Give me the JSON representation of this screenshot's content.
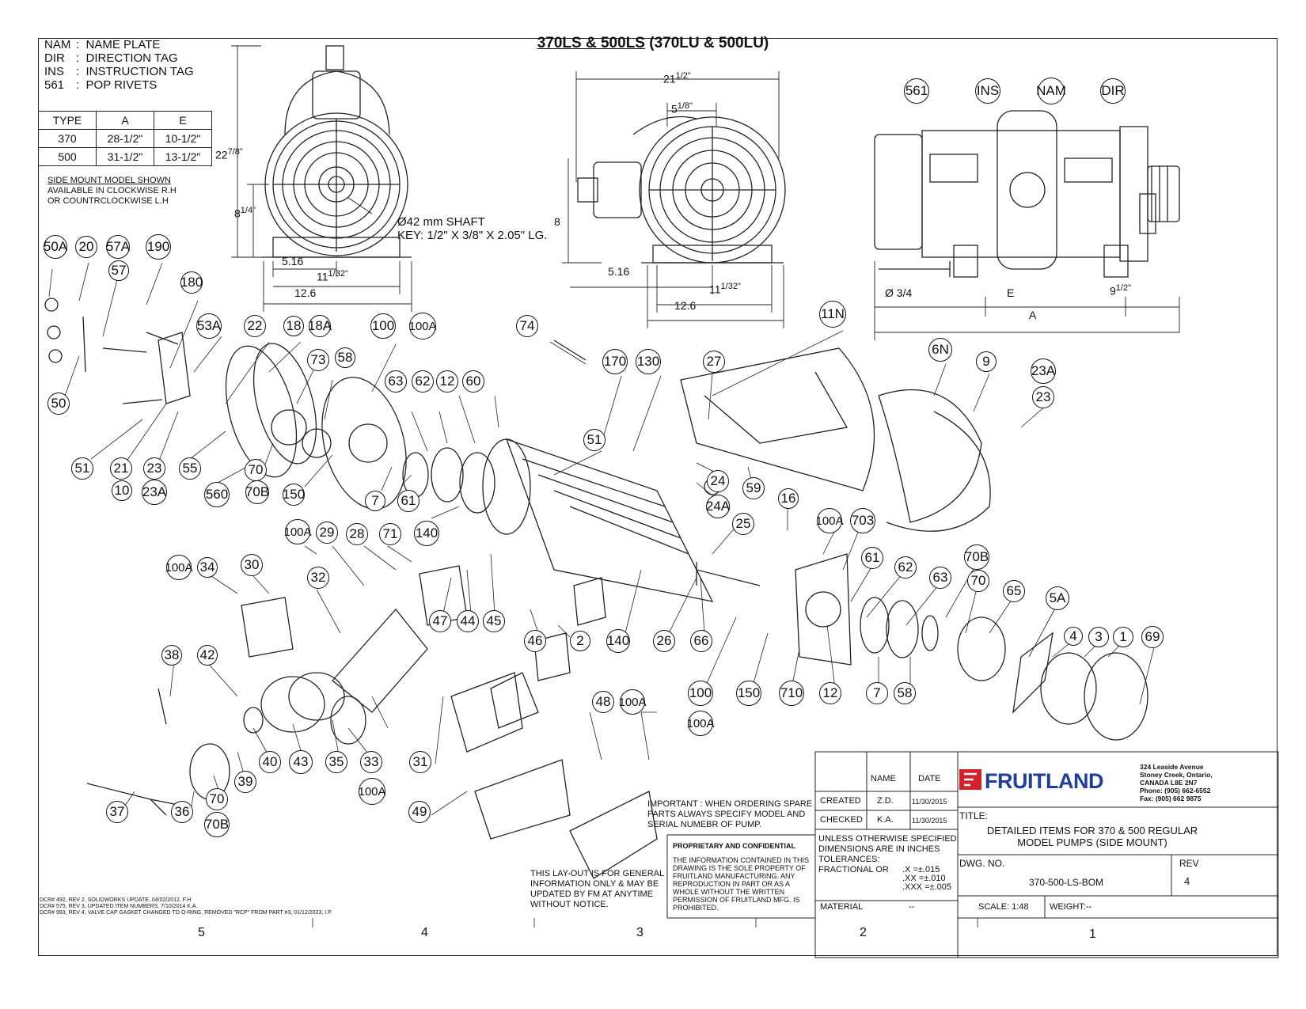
{
  "title": "370LS & 500LS (370LU & 500LU)",
  "title_underlined": "370LS & 500LS",
  "title_rest": " (370LU & 500LU)",
  "legend": [
    {
      "code": "NAM",
      "text": "NAME PLATE"
    },
    {
      "code": "DIR",
      "text": "DIRECTION TAG"
    },
    {
      "code": "INS",
      "text": "INSTRUCTION TAG"
    },
    {
      "code": "561",
      "text": "POP RIVETS"
    }
  ],
  "type_table": {
    "headers": [
      "TYPE",
      "A",
      "E"
    ],
    "rows": [
      [
        "370",
        "28-1/2\"",
        "10-1/2\""
      ],
      [
        "500",
        "31-1/2\"",
        "13-1/2\""
      ]
    ]
  },
  "side_mount_note": {
    "heading": "SIDE MOUNT MODEL SHOWN",
    "line1": "AVAILABLE IN CLOCKWISE R.H",
    "line2": "OR COUNTRCLOCKWISE L.H"
  },
  "shaft_note": {
    "line1": "Ø42 mm SHAFT",
    "line2": "KEY: 1/2\" X 3/8\" X 2.05\" LG."
  },
  "dims": {
    "d22": "22",
    "d22f": "7/8\"",
    "d8a": "8",
    "d8af": "1/4\"",
    "d516a": "5.16",
    "d11a": "11",
    "d11af": "1/32\"",
    "d126a": "12.6",
    "d21": "21",
    "d21f": "1/2\"",
    "d5": "5",
    "d5f": "1/8\"",
    "d8": "8",
    "d516b": "5.16",
    "d11b": "11",
    "d11bf": "1/32\"",
    "d126b": "12.6",
    "phi": "Ø 3/4",
    "E": "E",
    "d9": "9",
    "d9f": "1/2\"",
    "A": "A"
  },
  "balloons": [
    "561",
    "INS",
    "NAM",
    "DIR",
    "50A",
    "20",
    "57A",
    "190",
    "57",
    "180",
    "53A",
    "22",
    "18",
    "18A",
    "100",
    "100A",
    "74",
    "170",
    "130",
    "11N",
    "6N",
    "9",
    "23A",
    "23",
    "73",
    "58",
    "63",
    "62",
    "12",
    "60",
    "27",
    "50",
    "51",
    "21",
    "23",
    "55",
    "10",
    "23A",
    "560",
    "70",
    "70B",
    "150",
    "7",
    "61",
    "51",
    "140",
    "24",
    "24A",
    "59",
    "16",
    "100A",
    "703",
    "25",
    "100A",
    "29",
    "28",
    "71",
    "100A",
    "34",
    "30",
    "32",
    "47",
    "44",
    "45",
    "46",
    "2",
    "140",
    "26",
    "66",
    "61",
    "62",
    "70B",
    "63",
    "70",
    "65",
    "5A",
    "4",
    "3",
    "1",
    "69",
    "38",
    "42",
    "48",
    "100A",
    "31",
    "100",
    "150",
    "710",
    "12",
    "7",
    "58",
    "100A",
    "40",
    "43",
    "35",
    "33",
    "39",
    "37",
    "36",
    "70",
    "70B",
    "100A",
    "49"
  ],
  "important": "IMPORTANT : WHEN ORDERING SPARE PARTS ALWAYS SPECIFY MODEL AND SERIAL NUMEBR OF PUMP.",
  "layout_note": "THIS LAY-OUT IS FOR GENERAL INFORMATION ONLY & MAY BE UPDATED BY FM AT ANYTIME WITHOUT NOTICE.",
  "proprietary": {
    "heading": "PROPRIETARY AND CONFIDENTIAL",
    "body": "THE INFORMATION CONTAINED IN THIS DRAWING IS THE SOLE PROPERTY OF FRUITLAND MANUFACTURING. ANY REPRODUCTION IN PART OR AS A WHOLE WITHOUT THE WRITTEN PERMISSION OF FRUITLAND MFG. IS PROHIBITED."
  },
  "titleblock": {
    "name_h": "NAME",
    "date_h": "DATE",
    "created": "CREATED",
    "created_by": "Z.D.",
    "created_date": "11/30/2015",
    "checked": "CHECKED",
    "checked_by": "K.A.",
    "checked_date": "11/30/2015",
    "unless": "UNLESS OTHERWISE SPECIFIED:",
    "dims_in": "DIMENSIONS ARE IN INCHES",
    "tolerances": "TOLERANCES:",
    "fractional": "FRACTIONAL  OR",
    "tol1": ".X    =±.015",
    "tol2": ".XX   =±.010",
    "tol3": ".XXX =±.005",
    "material": "MATERIAL",
    "material_val": "--",
    "title_label": "TITLE:",
    "title_line1": "DETAILED ITEMS FOR 370 & 500 REGULAR",
    "title_line2": "MODEL PUMPS (SIDE MOUNT)",
    "dwg_label": "DWG.  NO.",
    "dwg_no": "370-500-LS-BOM",
    "rev_label": "REV",
    "rev": "4",
    "scale": "SCALE: 1:48",
    "weight": "WEIGHT:--",
    "brand": "FRUITLAND",
    "address": [
      "324 Leaside Avenue",
      "Stoney Creek, Ontario,",
      "CANADA L8E 2N7",
      "Phone: (905) 662-6552",
      "Fax: (905) 662 9875"
    ]
  },
  "dcr": [
    "DCR# 492, REV 2, SOLIDWORKS UPDATE, 04/02/2012, F.H",
    "DCR# 575, REV 3, UPDATED ITEM NUMBERS, 7/10/2014 K.A.",
    "DCR# 993, REV 4, VALVE CAP GASKET CHANGED TO O-RING, REMOVED \"RCP\" FROM PART #3, 01/12/2023, I.P."
  ],
  "zones": [
    "5",
    "4",
    "3",
    "2",
    "1"
  ],
  "colors": {
    "brand_red": "#d2232a",
    "brand_blue": "#1f3f9a"
  }
}
